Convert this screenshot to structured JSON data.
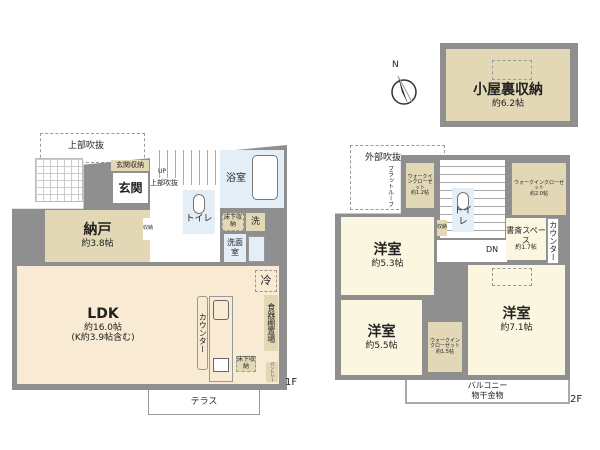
{
  "compass": {
    "label": "N"
  },
  "loft": {
    "name": "小屋裏収納",
    "area": "約6.2帖"
  },
  "floor1": {
    "label": "1F",
    "void_upper": "上部吹抜",
    "entrance_storage": "玄関収納",
    "entrance": "玄関",
    "stairs_up": "UP",
    "stairs_void": "上部吹抜",
    "bath": "浴室",
    "storeroom": {
      "name": "納戸",
      "area": "約3.8帖"
    },
    "storeroom_closet": "収納",
    "toilet": "トイレ",
    "underfloor_storage": "床下収納",
    "washer": "洗",
    "washroom": "洗面室",
    "ldk": {
      "name": "LDK",
      "area": "約16.0帖",
      "note": "(K約3.9帖含む)"
    },
    "counter": "カウンター",
    "fridge": "冷",
    "cupboard": "食器棚置場",
    "underfloor_storage_kitchen": "床下収納",
    "pantry": "パントリー",
    "terrace": "テラス"
  },
  "floor2": {
    "label": "2F",
    "void_outer": "外部吹抜",
    "flat_roof": "フラットルーフ",
    "wic_small": {
      "name": "ウォークインクローゼット",
      "area": "約1.2帖"
    },
    "toilet": "トイレ",
    "stairs_down": "DN",
    "wic_large": {
      "name": "ウォークインクローゼット",
      "area": "約2.0帖"
    },
    "room1": {
      "name": "洋室",
      "area": "約5.3帖"
    },
    "closet": "収納",
    "study": {
      "name": "書斎スペース",
      "area": "約1.7帖"
    },
    "counter": "カウンター",
    "room2": {
      "name": "洋室",
      "area": "約5.5帖"
    },
    "wic_room2": {
      "name": "ウォークインクローゼット",
      "area": "約1.5帖"
    },
    "room3": {
      "name": "洋室",
      "area": "約7.1帖"
    },
    "balcony": "バルコニー",
    "drying": "物干金物"
  }
}
